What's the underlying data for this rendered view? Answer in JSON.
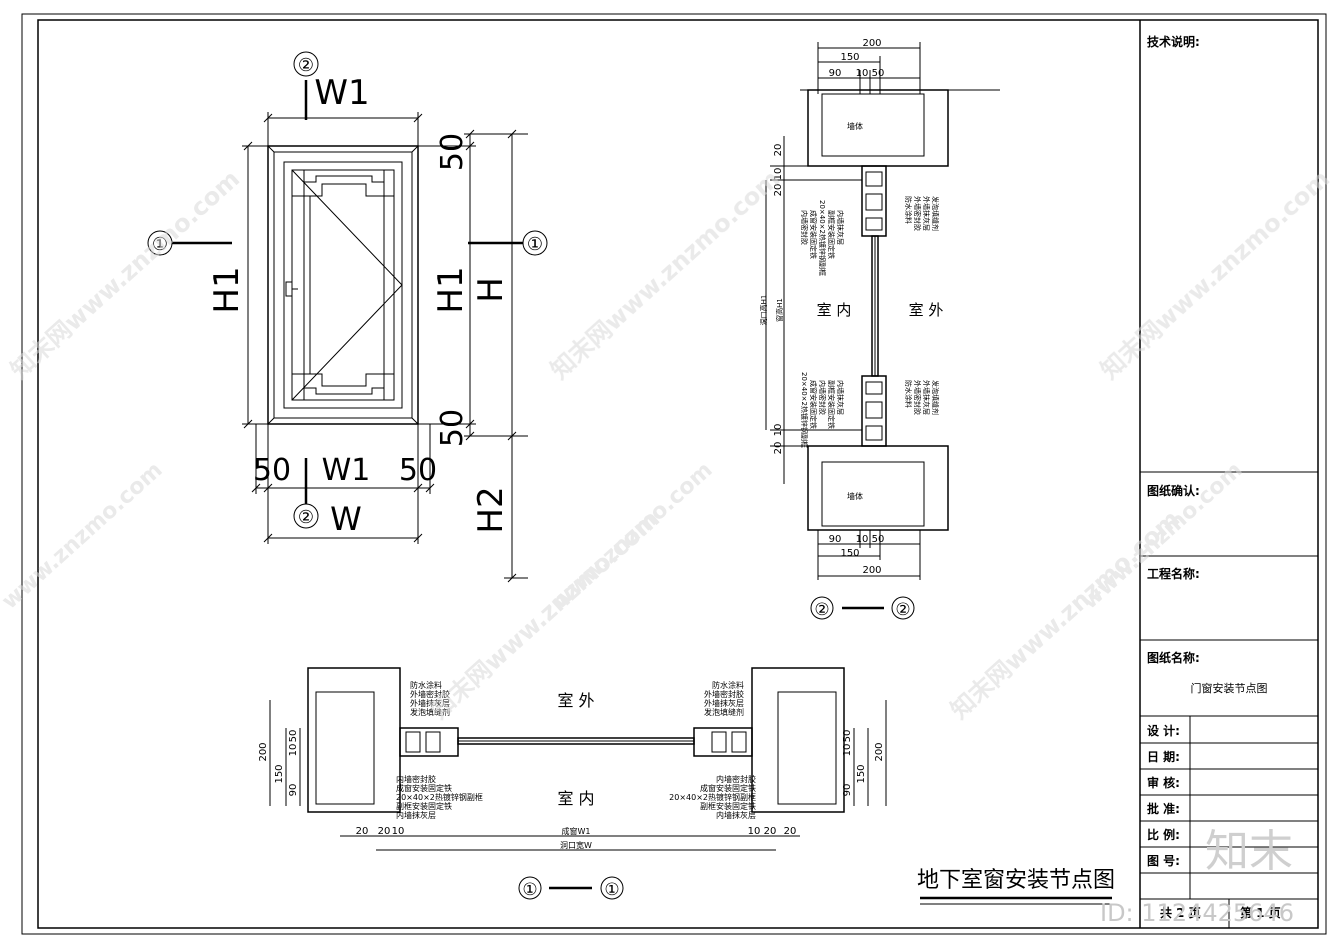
{
  "elevation": {
    "section_marker": "①",
    "section_marker_2": "②",
    "w1": "W1",
    "w": "W",
    "h1": "H1",
    "h": "H",
    "h2": "H2",
    "dim_50": "50"
  },
  "section_22": {
    "dims_top": [
      "200",
      "150",
      "90",
      "10",
      "50"
    ],
    "dims_left": [
      "20",
      "10",
      "20",
      "10"
    ],
    "room_in": "室 内",
    "room_out": "室 外",
    "wall_label": "墙体",
    "height_label_1": "洞口高H1",
    "height_label_2": "窗高H1",
    "notes_in_top": [
      "内墙密封胶",
      "成窗安装固定铁",
      "20×40×2热镀锌钢副框",
      "副框安装固定铁",
      "内墙抹灰层"
    ],
    "notes_out_top": [
      "防水涂料",
      "外墙密封胶",
      "外墙抹灰层",
      "发泡填缝剂"
    ],
    "notes_in_bottom": [
      "20×40×2热镀锌钢副框",
      "成窗安装固定铁",
      "内墙密封胶",
      "副框安装固定铁",
      "内墙抹灰层"
    ],
    "notes_out_bottom": [
      "防水涂料",
      "外墙密封胶",
      "外墙抹灰层",
      "发泡填缝剂"
    ],
    "caption": "②—②"
  },
  "section_11": {
    "room_out": "室    外",
    "room_in": "室    内",
    "notes_top": [
      "防水涂料",
      "外墙密封胶",
      "外墙抹灰层",
      "发泡填缝剂"
    ],
    "notes_bottom": [
      "内墙密封胶",
      "成窗安装固定铁",
      "20×40×2热镀锌钢副框",
      "副框安装固定铁",
      "内墙抹灰层"
    ],
    "dims_side": [
      "200",
      "150",
      "90",
      "10",
      "50"
    ],
    "dims_bottom": [
      "20",
      "20",
      "10"
    ],
    "dim_w1": "成窗W1",
    "dim_w": "洞口宽W",
    "caption": "①—①"
  },
  "drawing_title": "地下室窗安装节点图",
  "title_block": {
    "tech_notes_label": "技术说明:",
    "confirm_label": "图纸确认:",
    "project_label": "工程名称:",
    "drawing_name_label": "图纸名称:",
    "drawing_name_value": "门窗安装节点图",
    "rows": [
      "设  计:",
      "日  期:",
      "审  核:",
      "批  准:",
      "比  例:",
      "图  号:"
    ],
    "sheet_total": "共 2 页",
    "sheet_no": "第 1 页"
  },
  "watermark": {
    "text_cn": "知末网www.znzmo.com",
    "text_en": "www.znzmo.com",
    "logo": "知末",
    "id": "ID: 1124425646"
  }
}
